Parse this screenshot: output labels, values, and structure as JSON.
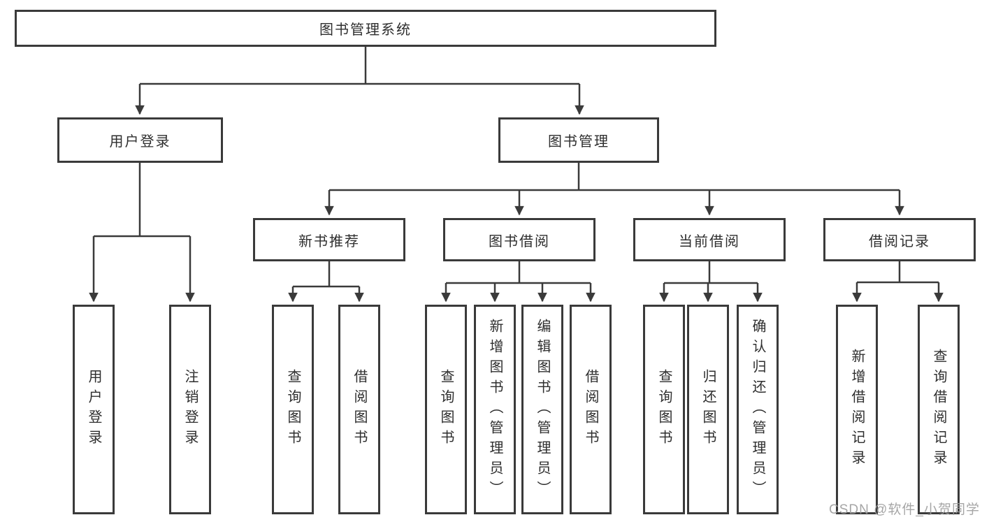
{
  "diagram": {
    "title_node": "图书管理系统",
    "root": {
      "label": "图书管理系统"
    },
    "branches": [
      {
        "label": "用户登录",
        "children": [
          {
            "label": "用户登录"
          },
          {
            "label": "注销登录"
          }
        ]
      },
      {
        "label": "图书管理",
        "children": [
          {
            "label": "新书推荐",
            "children": [
              {
                "label": "查询图书"
              },
              {
                "label": "借阅图书"
              }
            ]
          },
          {
            "label": "图书借阅",
            "children": [
              {
                "label": "查询图书"
              },
              {
                "label": "新增图书（管理员）"
              },
              {
                "label": "编辑图书（管理员）"
              },
              {
                "label": "借阅图书"
              }
            ]
          },
          {
            "label": "当前借阅",
            "children": [
              {
                "label": "查询图书"
              },
              {
                "label": "归还图书"
              },
              {
                "label": "确认归还（管理员）"
              }
            ]
          },
          {
            "label": "借阅记录",
            "children": [
              {
                "label": "新增借阅记录"
              },
              {
                "label": "查询借阅记录"
              }
            ]
          }
        ]
      }
    ]
  },
  "watermark": {
    "text": "CSDN @软件_小贺同学"
  },
  "colors": {
    "line": "#3a3a3a",
    "text": "#2e2e2e",
    "watermark": "#9e9e9e",
    "background": "#ffffff"
  }
}
